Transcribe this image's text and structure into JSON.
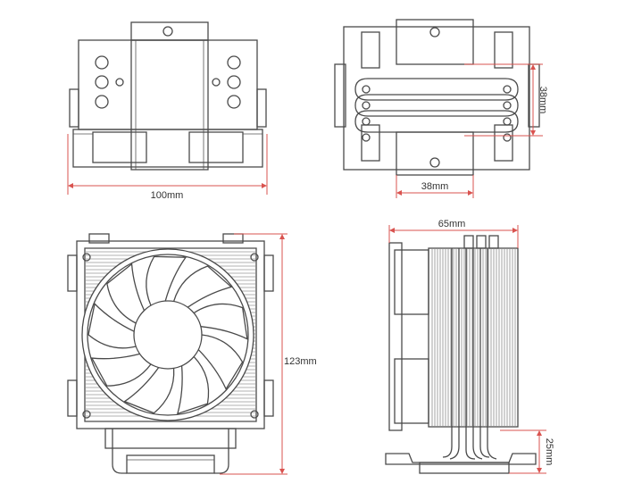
{
  "colors": {
    "outline": "#4a4a4a",
    "dimension": "#d9534f",
    "text": "#333333"
  },
  "dimensions": {
    "width_label": "100mm",
    "pipe_height_label": "38mm",
    "pipe_width_label": "38mm",
    "height_label": "123mm",
    "depth_label": "65mm",
    "base_label": "25mm"
  },
  "fan": {
    "blades": 9
  }
}
